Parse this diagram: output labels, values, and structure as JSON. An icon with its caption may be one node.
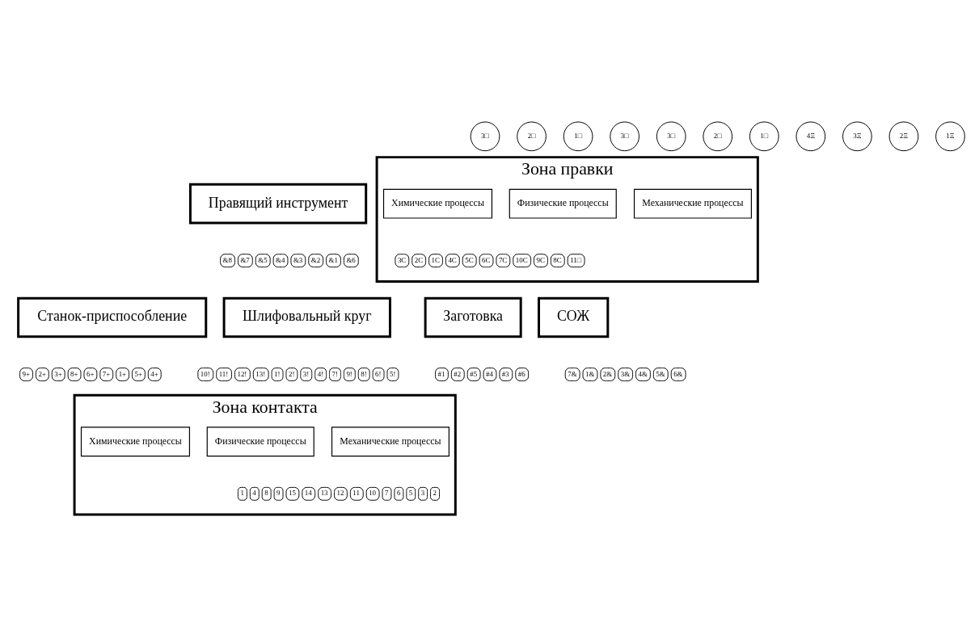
{
  "diagram": {
    "nodes": [
      {
        "text": [
          "Правящий инструмент"
        ],
        "beside": [
          "&8",
          "&7",
          "&5",
          "&4",
          "&3",
          "&2",
          "&1",
          "&6"
        ]
      },
      {
        "text": [
          "Зона правки"
        ],
        "beside": [
          "3C",
          "2C",
          "1C",
          "4C",
          "5C",
          "6C",
          "7C",
          "10C",
          "9C",
          "8C",
          "11□"
        ]
      },
      {
        "text": [
          "Механические процессы"
        ],
        "in": 1
      },
      {
        "text": [
          "Физические процессы"
        ],
        "in": 1
      },
      {
        "text": [
          "Химические процессы"
        ],
        "in": 1
      },
      {
        "text": [
          "Станок-приспособление"
        ],
        "beside": [
          "9+",
          "2+",
          "3+",
          "8+",
          "6+",
          "7+",
          "1+",
          "5+",
          "4+"
        ]
      },
      {
        "text": [
          "Шлифовальный круг"
        ],
        "beside": [
          "10!",
          "11!",
          "12!",
          "13!",
          "1!",
          "2!",
          "3!",
          "4!",
          "7!",
          "9!",
          "8!",
          "6!",
          "5!"
        ]
      },
      {
        "text": [
          "Заготовка"
        ],
        "beside": [
          "#1",
          "#2",
          "#5",
          "#4",
          "#3",
          "#6"
        ]
      },
      {
        "text": [
          "СОЖ"
        ],
        "beside": [
          "7&",
          "1&",
          "2&",
          "3&",
          "4&",
          "5&",
          "6&"
        ]
      },
      {
        "text": [
          "Зона контакта"
        ],
        "beside": [
          "1",
          "4",
          "8",
          "9",
          "15",
          "14",
          "13",
          "12",
          "11",
          "10",
          "7",
          "6",
          "5",
          "3",
          "2"
        ]
      },
      {
        "text": [
          "Механические процессы"
        ],
        "in": 9
      },
      {
        "text": [
          "Физические процессы"
        ],
        "in": 9
      },
      {
        "text": [
          "Химические процессы"
        ],
        "in": 9
      }
    ],
    "labels": [
      "3□",
      "2□",
      "1□",
      "3□",
      "3□",
      "2□",
      "1□",
      "4Ξ",
      "3Ξ",
      "2Ξ",
      "1Ξ"
    ]
  }
}
